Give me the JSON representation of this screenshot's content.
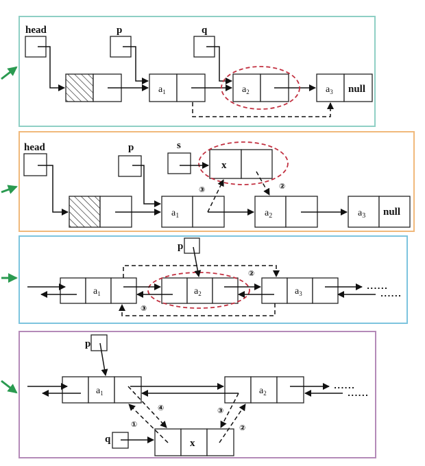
{
  "panels": [
    {
      "id": "delete-singly",
      "border_color": "#8ecfc4",
      "pointers": [
        "head",
        "p",
        "q"
      ],
      "nodes": [
        {
          "data": "",
          "next": "",
          "hatched": true
        },
        {
          "data": "a",
          "sub": "1",
          "next": ""
        },
        {
          "data": "a",
          "sub": "2",
          "next": ""
        },
        {
          "data": "a",
          "sub": "3",
          "next": "null"
        }
      ]
    },
    {
      "id": "insert-singly",
      "border_color": "#f0b87a",
      "pointers": [
        "head",
        "p",
        "s"
      ],
      "new_node": {
        "data": "x"
      },
      "steps": [
        "③",
        "②"
      ],
      "nodes": [
        {
          "data": "",
          "next": "",
          "hatched": true
        },
        {
          "data": "a",
          "sub": "1"
        },
        {
          "data": "a",
          "sub": "2"
        },
        {
          "data": "a",
          "sub": "3",
          "next": "null"
        }
      ]
    },
    {
      "id": "delete-doubly",
      "border_color": "#7cc4de",
      "pointers": [
        "p"
      ],
      "steps": [
        "②",
        "③"
      ],
      "nodes": [
        {
          "data": "a",
          "sub": "1"
        },
        {
          "data": "a",
          "sub": "2"
        },
        {
          "data": "a",
          "sub": "3"
        }
      ],
      "ellipsis": "......"
    },
    {
      "id": "insert-doubly",
      "border_color": "#b48ab8",
      "pointers": [
        "p",
        "q"
      ],
      "new_node": {
        "data": "x"
      },
      "steps": [
        "①",
        "②",
        "③",
        "④"
      ],
      "nodes": [
        {
          "data": "a",
          "sub": "1"
        },
        {
          "data": "a",
          "sub": "2"
        }
      ],
      "ellipsis": "......"
    }
  ],
  "arrow_color": "#2a9a50"
}
